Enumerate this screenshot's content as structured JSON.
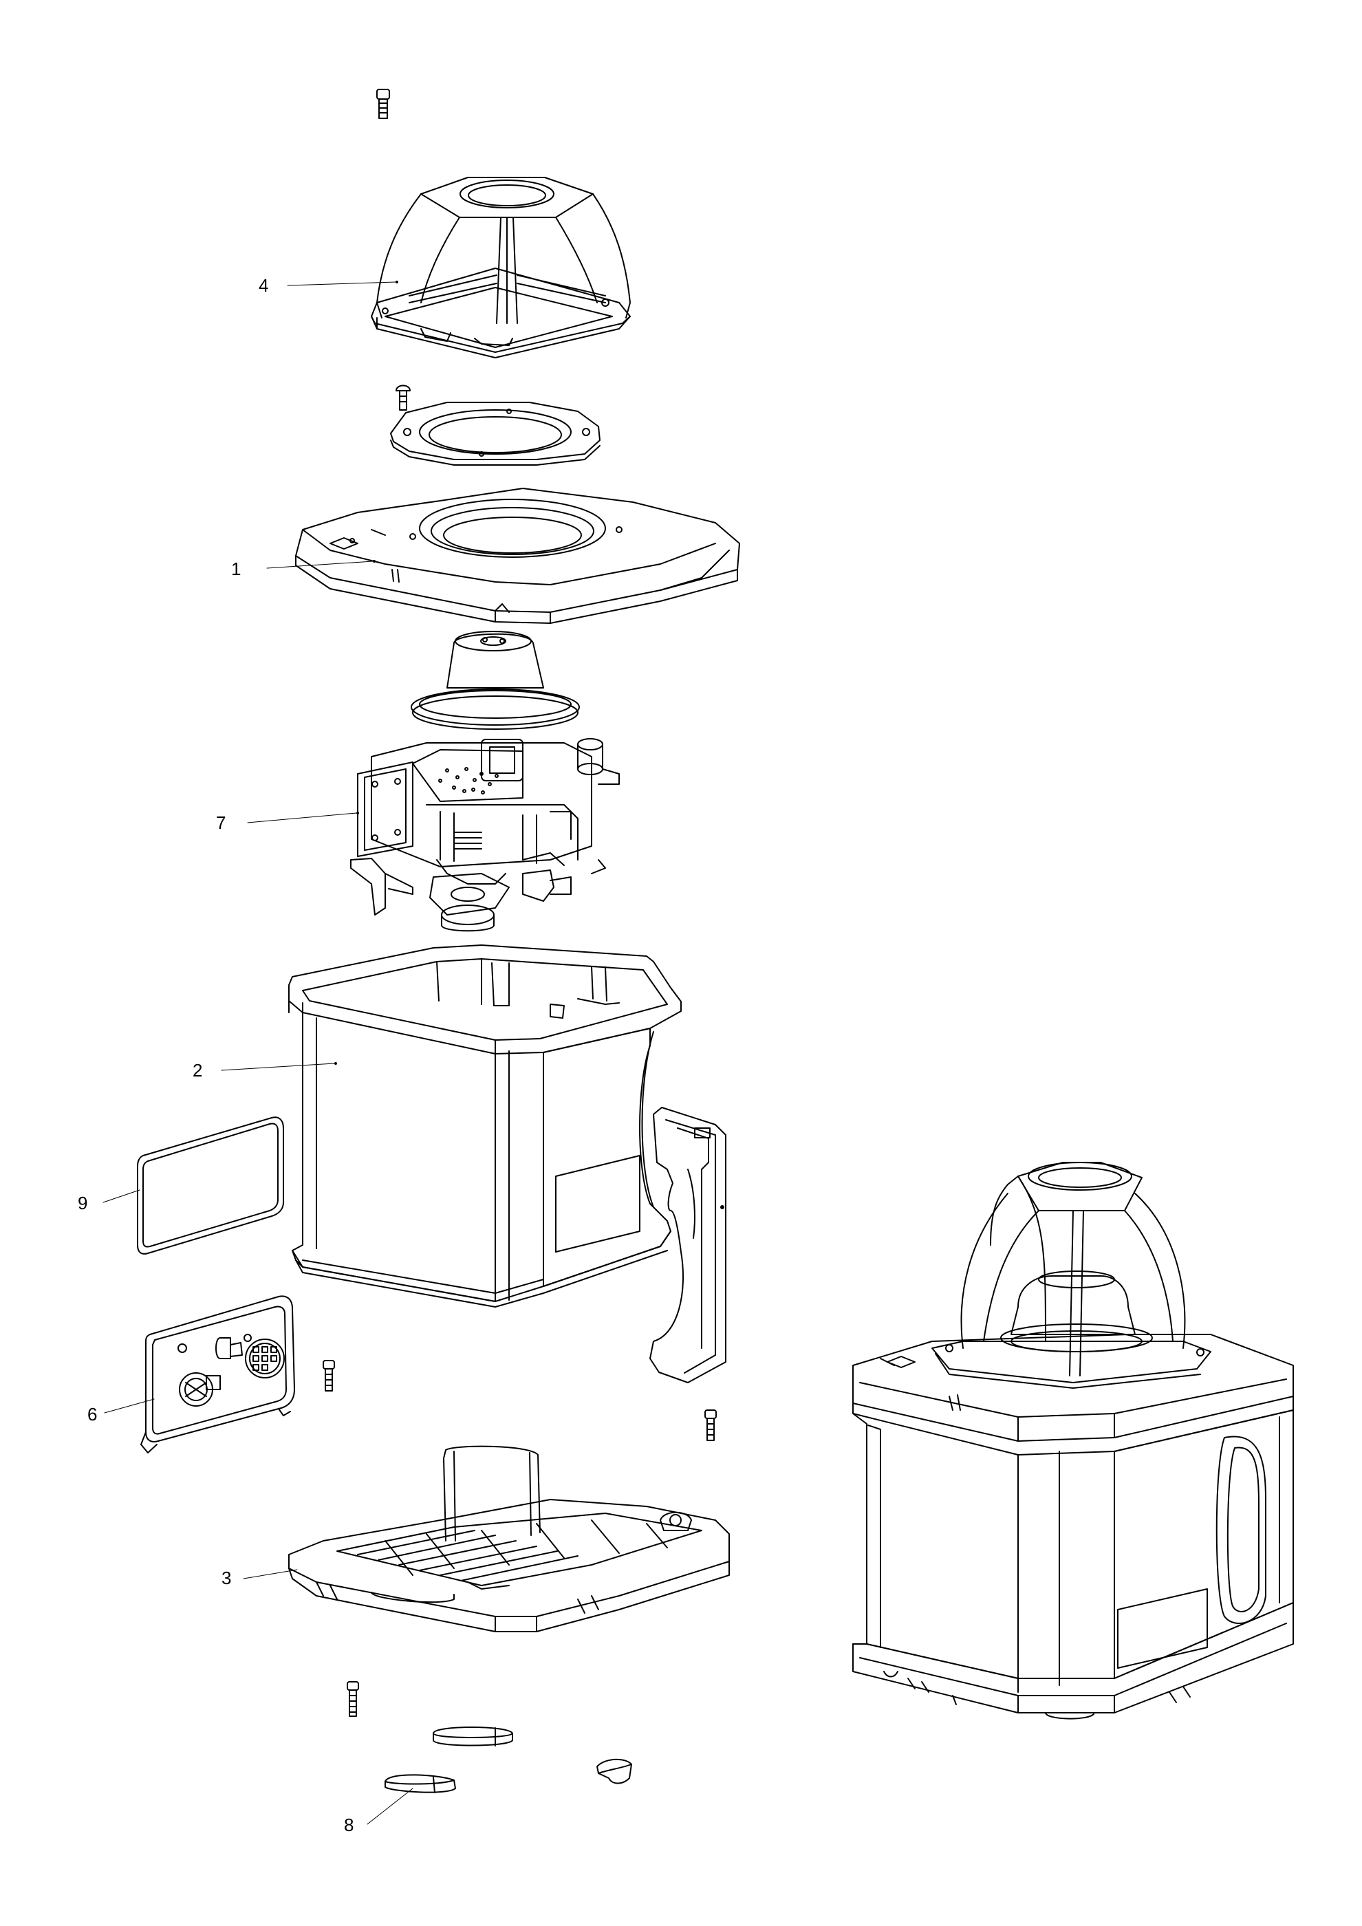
{
  "callouts": {
    "c1": "1",
    "c2": "2",
    "c3": "3",
    "c4": "4",
    "c6": "6",
    "c7": "7",
    "c8": "8",
    "c9": "9"
  },
  "colors": {
    "ink": "#000000",
    "background": "#ffffff"
  }
}
